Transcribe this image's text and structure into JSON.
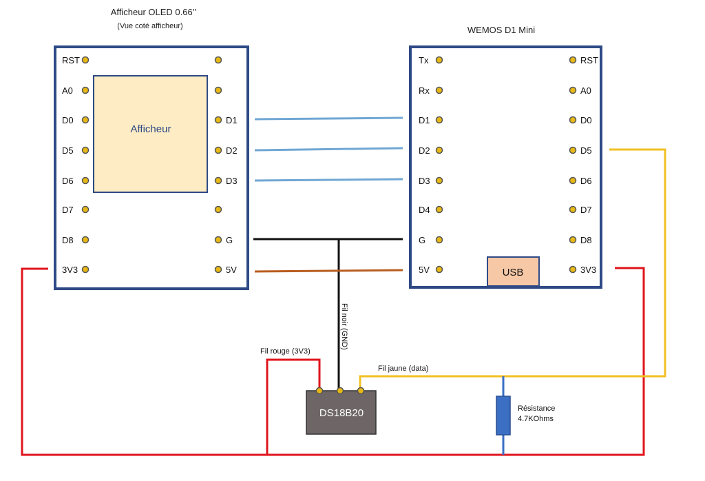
{
  "oled": {
    "title": "Afficheur  OLED 0.66’’",
    "subtitle": "(Vue coté afficheur)",
    "screen_label": "Afficheur",
    "left_pins": [
      "RST",
      "A0",
      "D0",
      "D5",
      "D6",
      "D7",
      "D8",
      "3V3"
    ],
    "right_pins": [
      "",
      "",
      "D1",
      "D2",
      "D3",
      "",
      "G",
      "5V"
    ]
  },
  "wemos": {
    "title": "WEMOS D1 Mini",
    "usb_label": "USB",
    "left_pins": [
      "Tx",
      "Rx",
      "D1",
      "D2",
      "D3",
      "D4",
      "G",
      "5V"
    ],
    "right_pins": [
      "RST",
      "A0",
      "D0",
      "D5",
      "D6",
      "D7",
      "D8",
      "3V3"
    ]
  },
  "sensor": {
    "label": "DS18B20"
  },
  "resistor": {
    "label_line1": "Résistance",
    "label_line2": "4.7KOhms"
  },
  "wire_labels": {
    "red": "Fil rouge (3V3)",
    "black": "Fil noir (GND)",
    "yellow": "Fil jaune (data)"
  },
  "colors": {
    "board_border": "#2e4a86",
    "pin": "#e8b916",
    "screen_fill": "#fdecc4",
    "usb_fill": "#f7c8a6",
    "sensor_fill": "#6e6666",
    "resistor": "#3a6fc4",
    "wire_data": "#6fa6d4",
    "wire_gnd": "#111111",
    "wire_5v": "#b85c1f",
    "wire_3v3": "#e0141c",
    "wire_signal": "#f2c023"
  }
}
